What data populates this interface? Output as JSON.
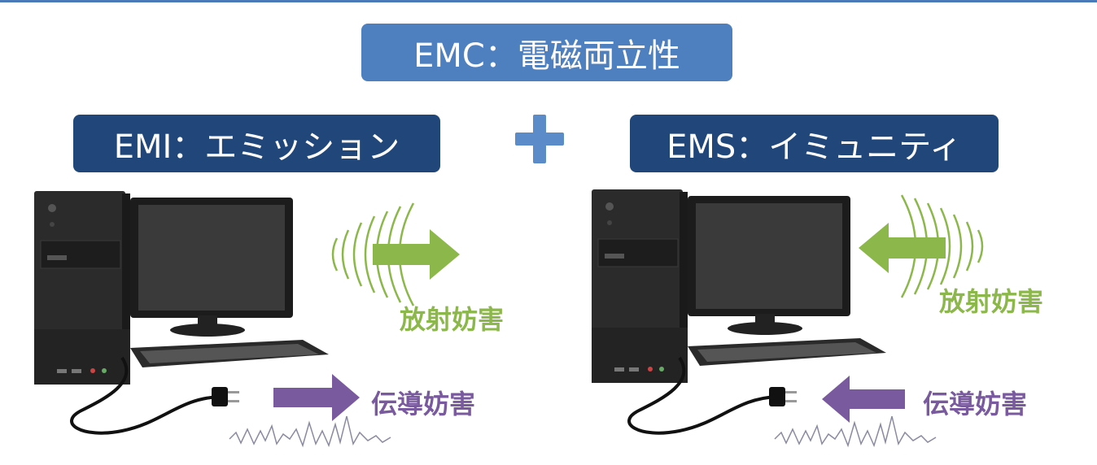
{
  "title": "EMC：電磁両立性",
  "left": {
    "header": "EMI：エミッション",
    "radiated_label": "放射妨害",
    "conducted_label": "伝導妨害"
  },
  "right": {
    "header": "EMS：イミュニティ",
    "radiated_label": "放射妨害",
    "conducted_label": "伝導妨害"
  },
  "colors": {
    "emc_box": "#4e7fbf",
    "header_box": "#21477a",
    "plus": "#5b8bc9",
    "radiated": "#8cb84b",
    "conducted": "#7a5a9e"
  }
}
